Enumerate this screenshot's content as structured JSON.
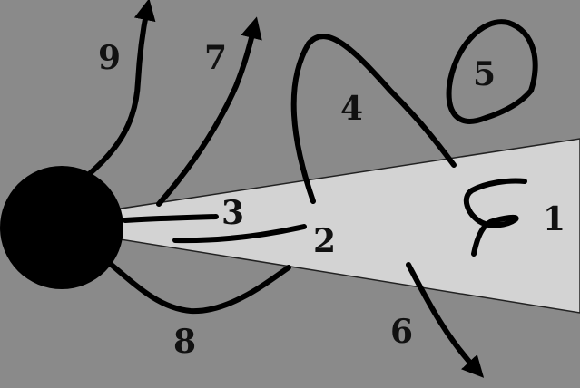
{
  "colors": {
    "background": "#8a8a8a",
    "wedge": "#d3d3d3",
    "ink": "#000000"
  },
  "labels": {
    "n1": "1",
    "n2": "2",
    "n3": "3",
    "n4": "4",
    "n5": "5",
    "n6": "6",
    "n7": "7",
    "n8": "8",
    "n9": "9"
  }
}
